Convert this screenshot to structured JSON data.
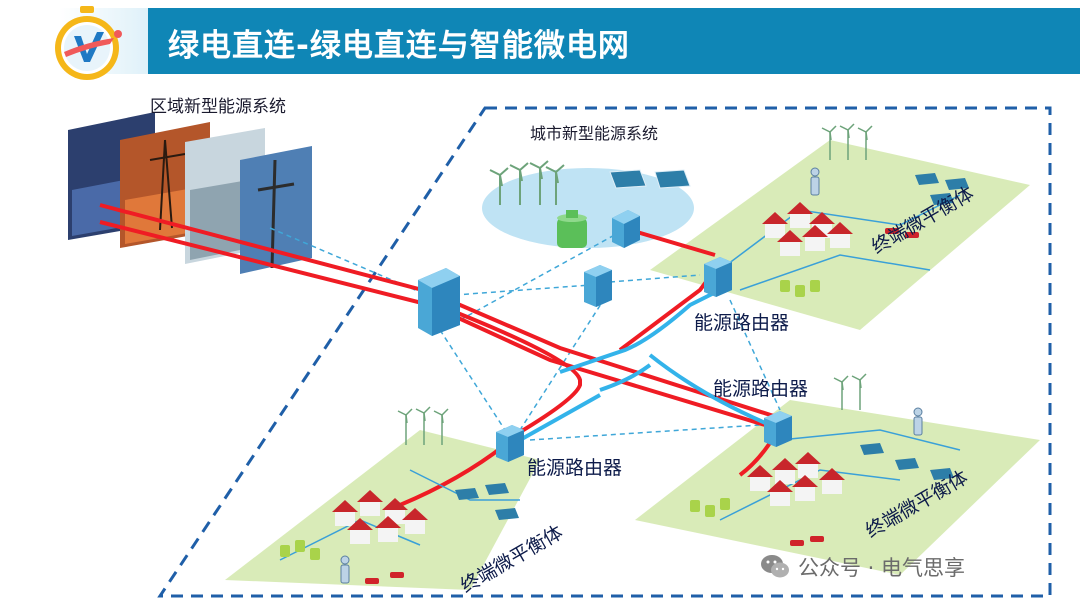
{
  "header": {
    "title": "绿电直连-绿电直连与智能微电网",
    "colors": {
      "bar": "#0f86b6",
      "title_text": "#ffffff"
    }
  },
  "labels": {
    "region_system": "区域新型能源系统",
    "city_system": "城市新型能源系统",
    "router_1": "能源路由器",
    "router_2": "能源路由器",
    "router_3": "能源路由器",
    "micro_1": "终端微平衡体",
    "micro_2": "终端微平衡体",
    "micro_3": "终端微平衡体"
  },
  "watermark": {
    "text": "公众号 · 电气思享",
    "icon": "wechat-icon"
  },
  "colors": {
    "power_line": "#ef1c24",
    "data_line": "#33b3ea",
    "dashed_border": "#1f5fa8",
    "platform": "#cfe6a3",
    "router": "#4aa7d6"
  }
}
